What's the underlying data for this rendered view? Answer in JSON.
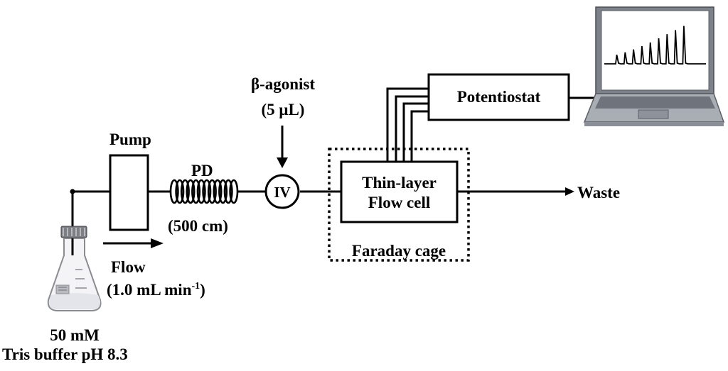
{
  "colors": {
    "line": "#000000",
    "background": "#ffffff",
    "screen": "#ffffff",
    "laptop_body": "#a9adb4",
    "laptop_dark": "#6f747c"
  },
  "labels": {
    "pump": "Pump",
    "pd": "PD",
    "pd_length": "(500 cm)",
    "agonist": "β-agonist",
    "agonist_volume": "(5 μL)",
    "injector": "IV",
    "potentiostat": "Potentiostat",
    "flow_cell_line1": "Thin-layer",
    "flow_cell_line2": "Flow cell",
    "faraday_cage": "Faraday cage",
    "waste": "Waste",
    "flow": "Flow",
    "flow_rate_main": "(1.0 mL min",
    "flow_rate_sup": "-1",
    "flow_rate_close": ")",
    "buffer_line1": "50 mM",
    "buffer_line2": "Tris buffer pH 8.3"
  },
  "icons": {
    "flask": "erlenmeyer-flask-icon",
    "laptop": "laptop-icon",
    "coil": "coil-icon"
  },
  "screen_signal": {
    "peak_heights": [
      0.22,
      0.28,
      0.35,
      0.43,
      0.52,
      0.62,
      0.72,
      0.82,
      0.92
    ]
  }
}
